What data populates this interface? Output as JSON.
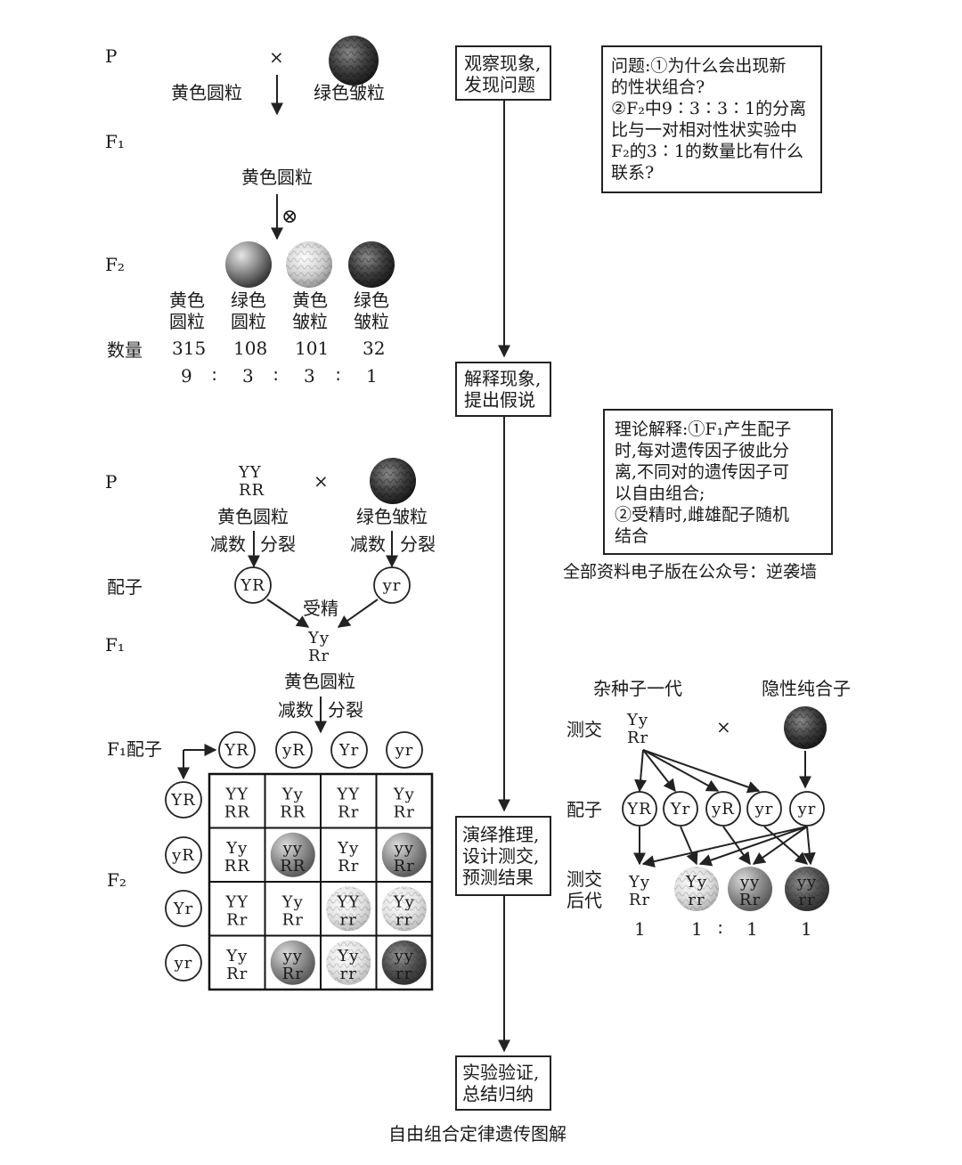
{
  "title": "自由组合定律遗传图解",
  "watermark": "全部资料电子版在公众号：逆袭墙",
  "flow": {
    "step1": [
      "观察现象,",
      "发现问题"
    ],
    "step2": [
      "解释现象,",
      "提出假说"
    ],
    "step3": [
      "演绎推理,",
      "设计测交,",
      "预测结果"
    ],
    "step4": [
      "实验验证,",
      "总结归纳"
    ]
  },
  "question_box": [
    "问题:①为什么会出现新",
    "的性状组合?",
    "②F₂中9∶3∶3∶1的分离",
    "比与一对相对性状实验中",
    "F₂的3∶1的数量比有什么",
    "联系?"
  ],
  "theory_box": [
    "理论解释:①F₁产生配子",
    "时,每对遗传因子彼此分",
    "离,不同对的遗传因子可",
    "以自由组合;",
    "②受精时,雌雄配子随机",
    "结合"
  ],
  "part1": {
    "p_label": "P",
    "cross": "×",
    "yellow_round": "黄色圆粒",
    "green_wrinkled": "绿色皱粒",
    "f1_label": "F₁",
    "f1_pheno": "黄色圆粒",
    "self": "⊗",
    "f2_label": "F₂",
    "phenos": [
      [
        "黄色",
        "圆粒"
      ],
      [
        "绿色",
        "圆粒"
      ],
      [
        "黄色",
        "皱粒"
      ],
      [
        "绿色",
        "皱粒"
      ]
    ],
    "count_label": "数量",
    "counts": [
      "315",
      "108",
      "101",
      "32"
    ],
    "ratio": [
      "9",
      "∶",
      "3",
      "∶",
      "3",
      "∶",
      "1"
    ]
  },
  "part2": {
    "p_label": "P",
    "p1_geno": [
      "YY",
      "RR"
    ],
    "cross": "×",
    "p1_pheno": "黄色圆粒",
    "p2_pheno": "绿色皱粒",
    "meiosis": [
      "减数",
      "分裂"
    ],
    "gamete_label": "配子",
    "g1": "YR",
    "g2": "yr",
    "fert": "受精",
    "f1_label": "F₁",
    "f1_geno": [
      "Yy",
      "Rr"
    ],
    "f1_pheno": "黄色圆粒",
    "meiosis2": [
      "减数",
      "分裂"
    ],
    "f1_gamete_label": "F₁配子",
    "f2_label": "F₂",
    "gametes": [
      "YR",
      "yR",
      "Yr",
      "yr"
    ],
    "grid": [
      [
        [
          "YY",
          "RR"
        ],
        [
          "Yy",
          "RR"
        ],
        [
          "YY",
          "Rr"
        ],
        [
          "Yy",
          "Rr"
        ]
      ],
      [
        [
          "Yy",
          "RR"
        ],
        [
          "yy",
          "RR"
        ],
        [
          "Yy",
          "Rr"
        ],
        [
          "yy",
          "Rr"
        ]
      ],
      [
        [
          "YY",
          "Rr"
        ],
        [
          "Yy",
          "Rr"
        ],
        [
          "YY",
          "rr"
        ],
        [
          "Yy",
          "rr"
        ]
      ],
      [
        [
          "Yy",
          "Rr"
        ],
        [
          "yy",
          "Rr"
        ],
        [
          "Yy",
          "rr"
        ],
        [
          "yy",
          "rr"
        ]
      ]
    ]
  },
  "testcross": {
    "hybrid_label": "杂种子一代",
    "recessive_label": "隐性纯合子",
    "test_label": "测交",
    "hybrid_geno": [
      "Yy",
      "Rr"
    ],
    "cross": "×",
    "gamete_label": "配子",
    "gametes": [
      "YR",
      "Yr",
      "yR",
      "yr",
      "yr"
    ],
    "offspring_label": [
      "测交",
      "后代"
    ],
    "offspring": [
      [
        "Yy",
        "Rr"
      ],
      [
        "Yy",
        "rr"
      ],
      [
        "yy",
        "Rr"
      ],
      [
        "yy",
        "rr"
      ]
    ],
    "ratio": [
      "1",
      "1",
      "∶",
      "1",
      "1"
    ]
  }
}
